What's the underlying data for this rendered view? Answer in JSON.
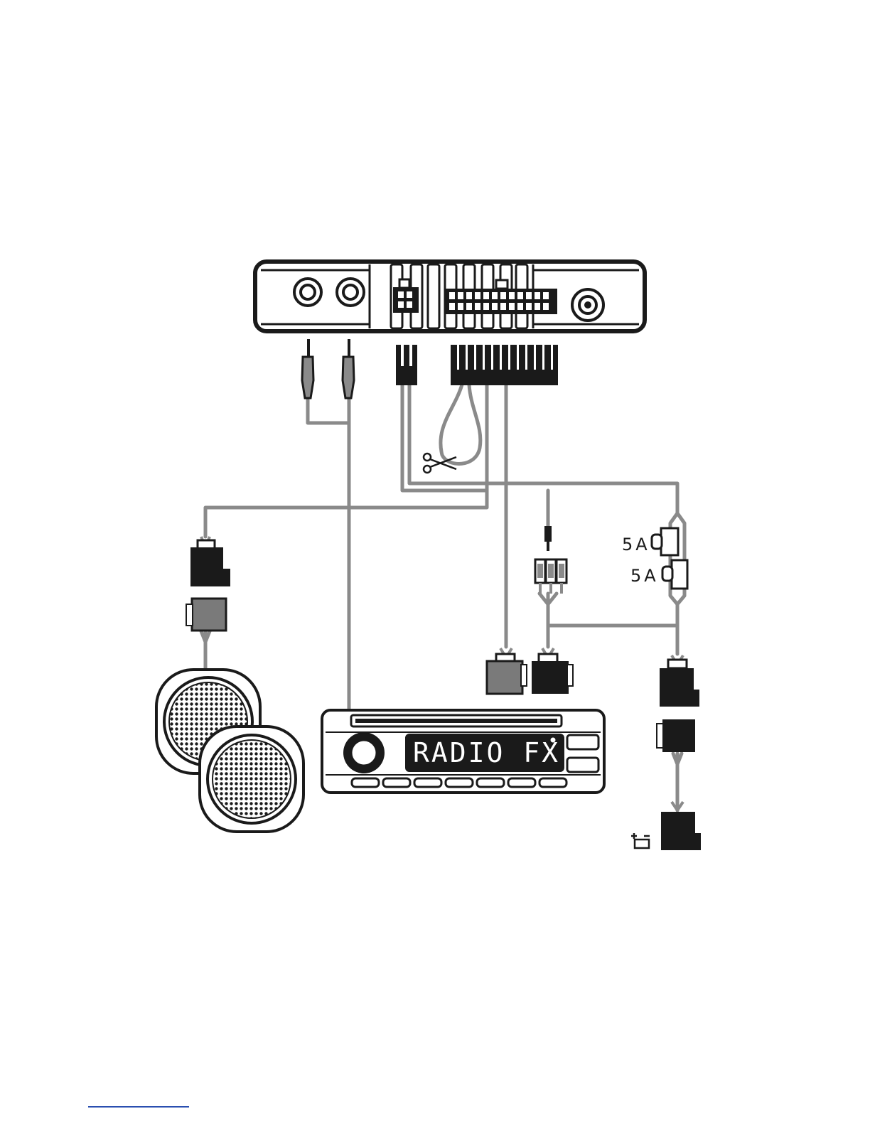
{
  "labels": {
    "fuse_1": "5A",
    "fuse_2": "5A",
    "radio_display": "RADIO FX"
  },
  "colors": {
    "wire": "#8a8a8a",
    "line": "#1a1a1a",
    "connector_grey": "#7a7a7a",
    "footnote_rule": "#2a4fb0"
  },
  "icons": [
    "scissors-icon",
    "battery-icon"
  ]
}
